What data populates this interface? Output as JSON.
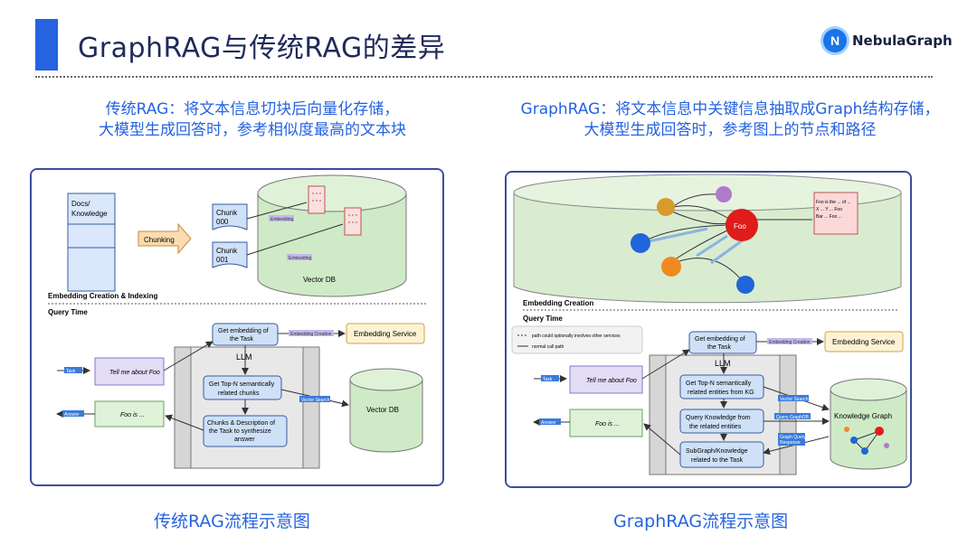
{
  "header": {
    "title": "GraphRAG与传统RAG的差异",
    "logo_text": "NebulaGraph",
    "logo_letter": "N"
  },
  "left": {
    "subtitle_line1": "传统RAG：将文本信息切块后向量化存储，",
    "subtitle_line2": "大模型生成回答时，参考相似度最高的文本块",
    "caption": "传统RAG流程示意图",
    "diagram": {
      "docs": [
        "Docs/",
        "Knowledge"
      ],
      "chunking": "Chunking",
      "chunk0": [
        "Chunk",
        "000"
      ],
      "chunk1": [
        "Chunk",
        "001"
      ],
      "embedding_tag": "Embedding",
      "vector_db_top": "Vector DB",
      "section_creation": "Embedding Creation & Indexing",
      "section_query": "Query Time",
      "get_embedding": [
        "Get embedding of",
        "the Task"
      ],
      "embedding_creation_tag": "Embedding Creation",
      "embedding_service": "Embedding Service",
      "llm": "LLM",
      "task_tag": "Task",
      "user_query": "Tell me about Foo",
      "topn": [
        "Get Top-N semantically",
        "related chunks"
      ],
      "vector_search_tag": "Vector Search",
      "vector_db_bottom": "Vector DB",
      "answer_tag": "Answer",
      "answer_text": "Foo is ...",
      "synth": [
        "Chunks & Description of",
        "the Task to synthesize",
        "answer"
      ]
    }
  },
  "right": {
    "subtitle_line1": "GraphRAG：将文本信息中关键信息抽取成Graph结构存储，",
    "subtitle_line2": "大模型生成回答时，参考图上的节点和路径",
    "caption": "GraphRAG流程示意图",
    "diagram": {
      "foo_node": "Foo",
      "doc_text": [
        "Foo is the ... of ...",
        "X ... Y ... Foo",
        "Bar ... Foo ..."
      ],
      "section_creation": "Embedding Creation",
      "section_query": "Query Time",
      "legend_dashed": "path could optionally involves other services",
      "legend_solid": "normal call path",
      "get_embedding": [
        "Get embedding of",
        "the Task"
      ],
      "embedding_creation_tag": "Embedding Creation",
      "embedding_service": "Embedding Service",
      "llm": "LLM",
      "task_tag": "Task",
      "user_query": "Tell me about Foo",
      "topn": [
        "Get Top-N semantically",
        "related entities from KG"
      ],
      "vector_search_tag": "Vector Search",
      "query_knowledge": [
        "Query Knowledge from",
        "the related entities"
      ],
      "query_graph_tag": "Query GraphDB",
      "graph_query_tag": [
        "Graph Query",
        "Response"
      ],
      "knowledge_graph": "Knowledge Graph",
      "answer_tag": "Answer",
      "answer_text": "Foo is ...",
      "subgraph": [
        "SubGraph/Knowledge",
        "related to the Task"
      ]
    }
  }
}
